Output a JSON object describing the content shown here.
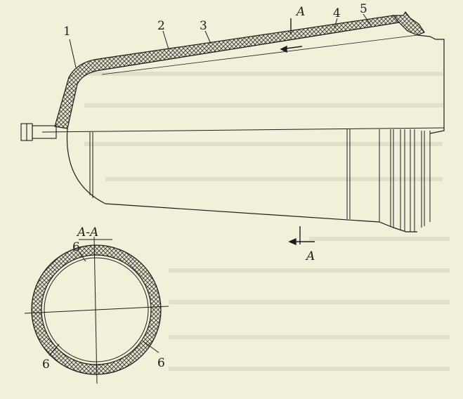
{
  "figure": {
    "labels": {
      "l1": "1",
      "l2": "2",
      "l3": "3",
      "l4": "4",
      "l5": "5",
      "section_mark_top": "A",
      "section_mark_bottom": "A",
      "section_title": "A-A",
      "l6_top": "6",
      "l6_left": "6",
      "l6_right": "6"
    },
    "colors": {
      "paper": "#f1f0d8",
      "ink": "#1c1c1c",
      "hatch": "#3a3a3a"
    }
  }
}
